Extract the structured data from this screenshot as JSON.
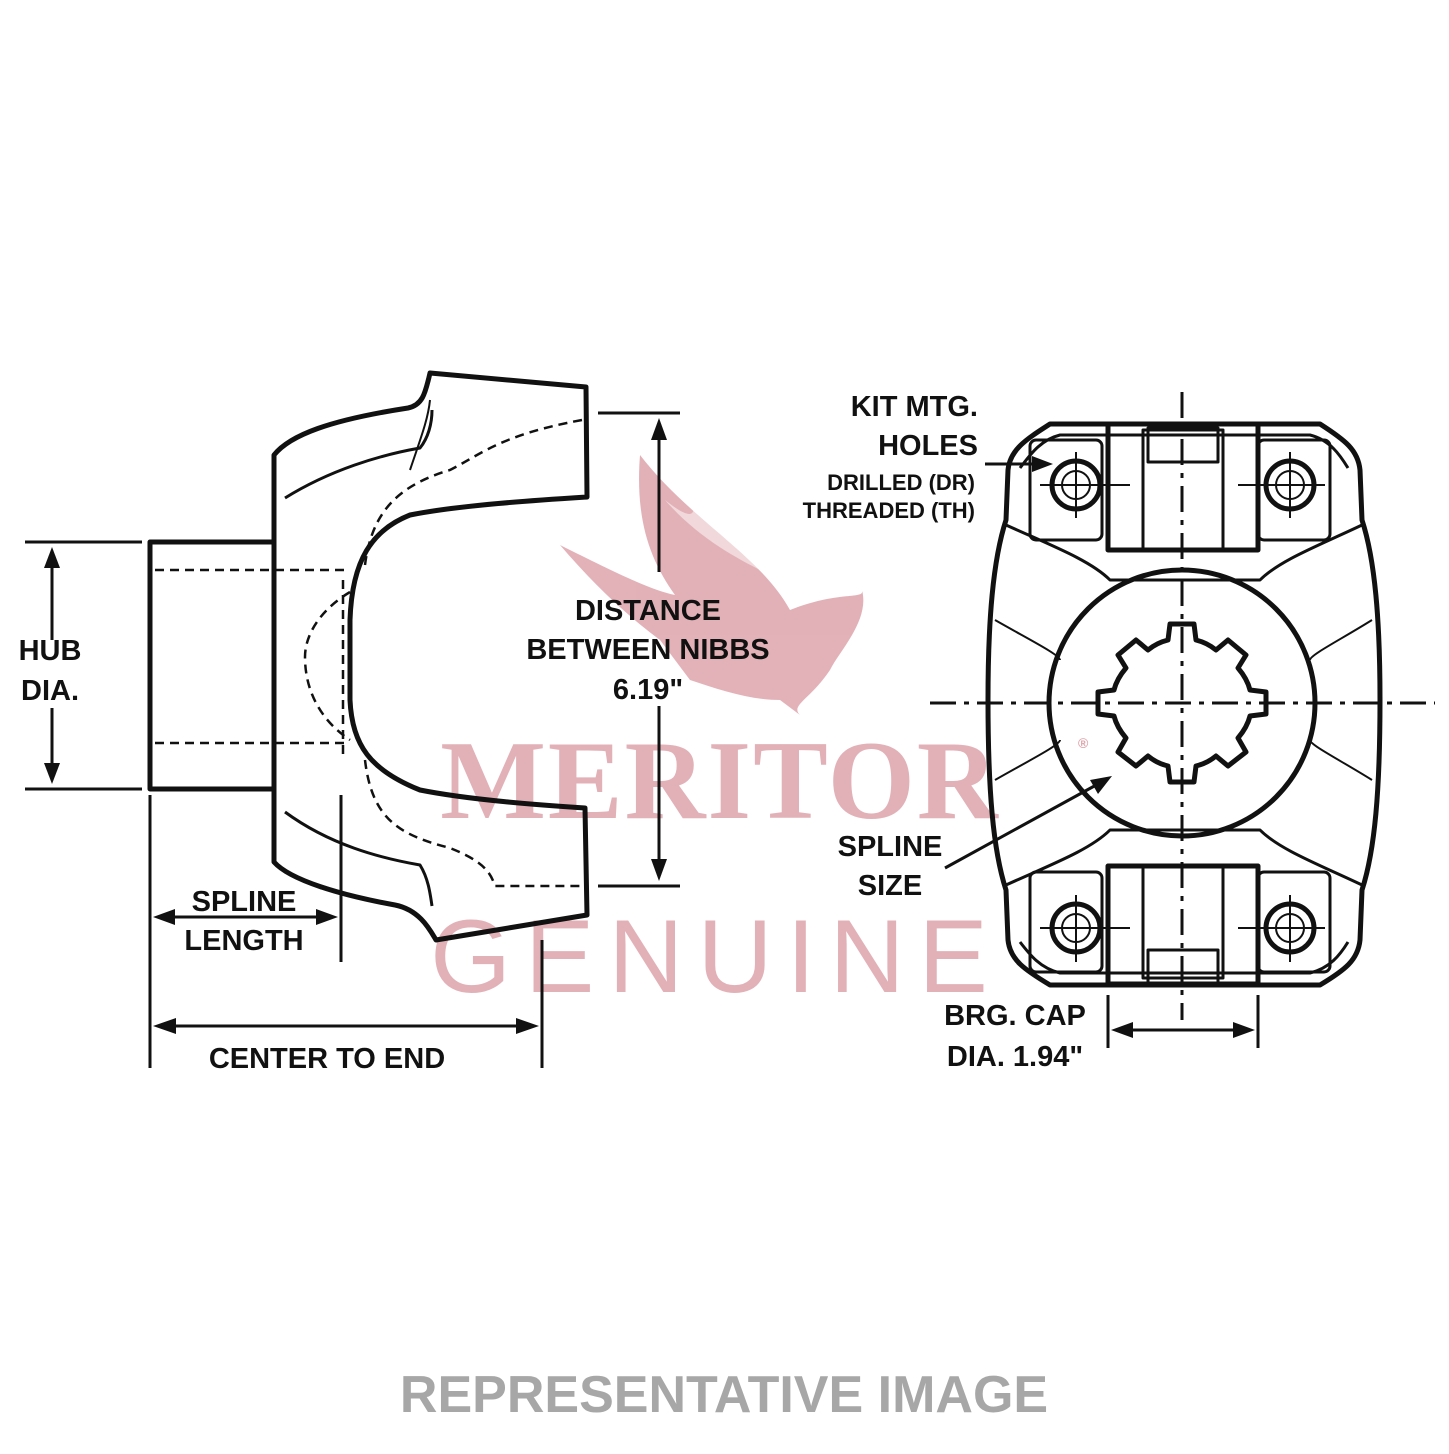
{
  "side_view": {
    "hub_dia": [
      "HUB",
      "DIA."
    ],
    "distance_between_nibbs": [
      "DISTANCE",
      "BETWEEN NIBBS",
      "6.19\""
    ],
    "spline_length": [
      "SPLINE",
      "LENGTH"
    ],
    "center_to_end": "CENTER TO END"
  },
  "end_view": {
    "kit_mtg_holes": [
      "KIT MTG.",
      "HOLES"
    ],
    "drilled": "DRILLED (DR)",
    "threaded": "THREADED (TH)",
    "spline_size": [
      "SPLINE",
      "SIZE"
    ],
    "brg_cap_dia": [
      "BRG. CAP",
      "DIA. 1.94\""
    ]
  },
  "watermark": {
    "brand": "MERITOR",
    "tagline": "GENUINE",
    "color": "#dea4ab"
  },
  "footer": "REPRESENTATIVE IMAGE"
}
